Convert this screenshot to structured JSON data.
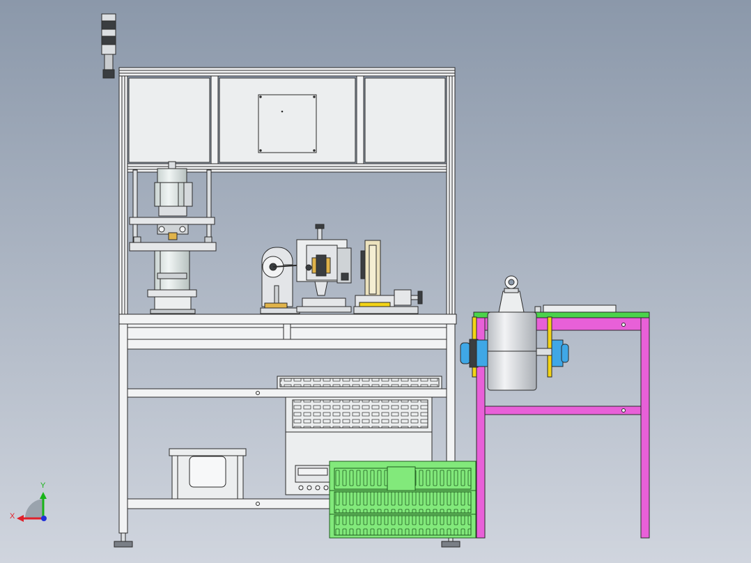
{
  "viewport": {
    "background_top": "#8b98aa",
    "background_bottom": "#d0d5de"
  },
  "colors": {
    "frame": "#f2f3f4",
    "line": "#2a2a2a",
    "panel": "#eceeef",
    "aluminum": "#d9dcdf",
    "steel": "#c4c8cc",
    "cylinder": "#dfe8e6",
    "brass": "#e0b34a",
    "yellow": "#f3d417",
    "magenta": "#e860d8",
    "green_stand_top": "#4bd34b",
    "blue_hub": "#3fa7e6",
    "crate_green": "#82e97b",
    "reel": "#e3e5e8",
    "sandy": "#ece2bd"
  },
  "triad": {
    "x_label": "X",
    "y_label": "Y",
    "x_color": "#e0202a",
    "y_color": "#18b418",
    "z_color": "#2030d8"
  },
  "parts": {
    "signal_tower": "signal-tower",
    "machine_frame": "machine-frame",
    "upper_cabinet": "upper-cabinet",
    "press_unit": "press-unit",
    "feed_mechanism": "feed-mechanism",
    "crimp_head": "crimp-head",
    "side_guide": "side-guide",
    "work_table": "work-table",
    "controller_unit": "controller-unit",
    "storage_box": "storage-box",
    "green_crate": "green-crate",
    "reel_stand": "reel-stand",
    "wire_reel": "wire-reel",
    "lifting_eye": "lifting-eye"
  }
}
